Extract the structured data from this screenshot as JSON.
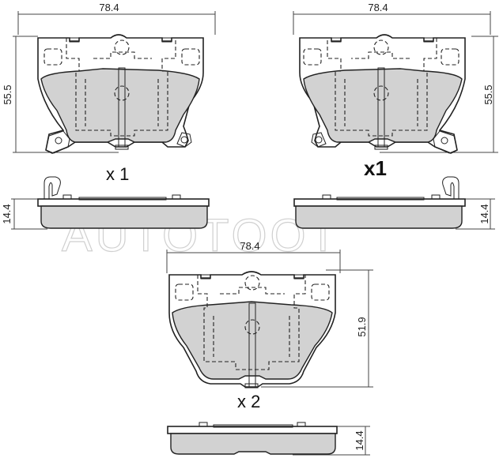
{
  "watermark": "AUTOTOOT",
  "pads": {
    "top_left": {
      "width": "78.4",
      "height": "55.5",
      "quantity": "x 1"
    },
    "top_right": {
      "width": "78.4",
      "height": "55.5",
      "quantity": "x1"
    },
    "bottom": {
      "width": "78.4",
      "height": "51.9",
      "quantity": "x 2"
    }
  },
  "thickness": {
    "left": "14.4",
    "right": "14.4",
    "bottom": "14.4"
  }
}
